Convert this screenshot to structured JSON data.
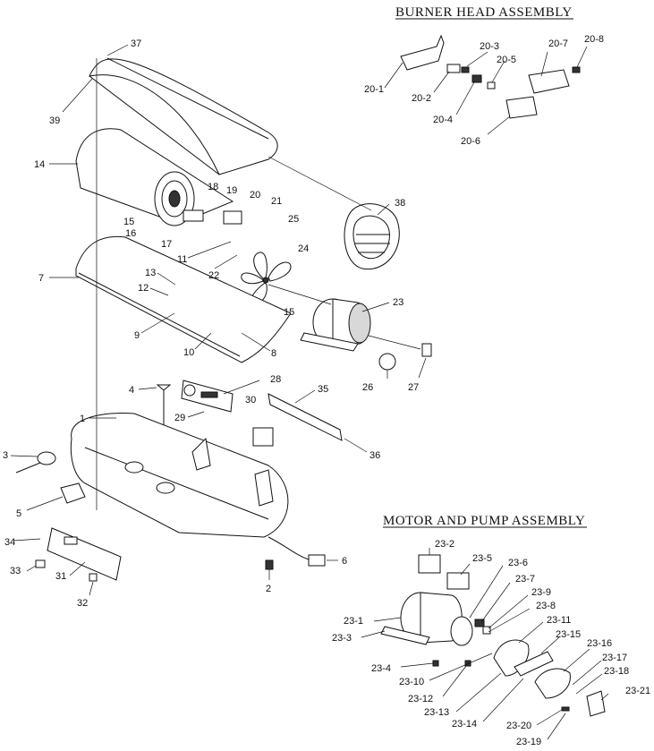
{
  "headings": {
    "burner": "BURNER HEAD ASSEMBLY",
    "motor": "MOTOR AND PUMP ASSEMBLY"
  },
  "callouts": {
    "c37": "37",
    "c39": "39",
    "c14": "14",
    "c18": "18",
    "c19": "19",
    "c20": "20",
    "c21": "21",
    "c15a": "15",
    "c16": "16",
    "c17": "17",
    "c11": "11",
    "c22": "22",
    "c25": "25",
    "c24": "24",
    "c38": "38",
    "c7": "7",
    "c13": "13",
    "c12": "12",
    "c9": "9",
    "c10": "10",
    "c15b": "15",
    "c8": "8",
    "c23": "23",
    "c26": "26",
    "c27": "27",
    "c4": "4",
    "c28": "28",
    "c29": "29",
    "c30": "30",
    "c35": "35",
    "c1": "1",
    "c36": "36",
    "c3": "3",
    "c5": "5",
    "c34": "34",
    "c33": "33",
    "c31": "31",
    "c32": "32",
    "c2": "2",
    "c6": "6"
  },
  "burner_callouts": {
    "c20_1": "20-1",
    "c20_2": "20-2",
    "c20_3": "20-3",
    "c20_4": "20-4",
    "c20_5": "20-5",
    "c20_6": "20-6",
    "c20_7": "20-7",
    "c20_8": "20-8"
  },
  "motor_callouts": {
    "c23_1": "23-1",
    "c23_2": "23-2",
    "c23_3": "23-3",
    "c23_4": "23-4",
    "c23_5": "23-5",
    "c23_6": "23-6",
    "c23_7": "23-7",
    "c23_8": "23-8",
    "c23_9": "23-9",
    "c23_10": "23-10",
    "c23_11": "23-11",
    "c23_12": "23-12",
    "c23_13": "23-13",
    "c23_14": "23-14",
    "c23_15": "23-15",
    "c23_16": "23-16",
    "c23_17": "23-17",
    "c23_18": "23-18",
    "c23_19": "23-19",
    "c23_20": "23-20",
    "c23_21": "23-21"
  }
}
